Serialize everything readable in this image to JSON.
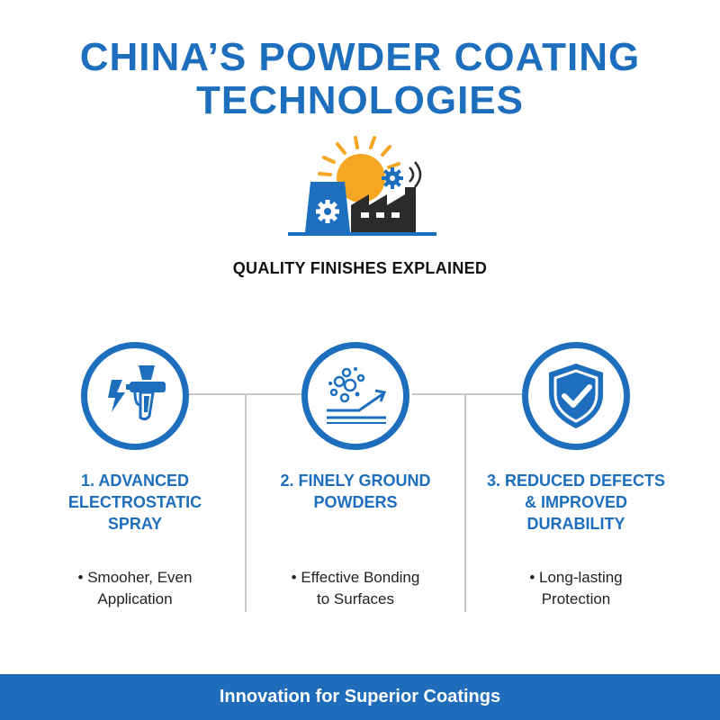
{
  "title": {
    "line1": "CHINA’S POWDER COATING",
    "line2": "TECHNOLOGIES"
  },
  "subtitle": "QUALITY FINISHES EXPLAINED",
  "columns": [
    {
      "heading_lines": [
        "1. ADVANCED",
        "ELECTROSTATIC",
        "SPRAY"
      ],
      "bullet_lines": [
        "• Smooher, Even",
        "Application"
      ],
      "icon": "spray-gun-icon"
    },
    {
      "heading_lines": [
        "2. FINELY GROUND",
        "POWDERS"
      ],
      "bullet_lines": [
        "• Effective Bonding",
        "to Surfaces"
      ],
      "icon": "powder-particles-icon"
    },
    {
      "heading_lines": [
        "3. REDUCED DEFECTS",
        "& IMPROVED",
        "DURABILITY"
      ],
      "bullet_lines": [
        "• Long-lasting",
        "Protection"
      ],
      "icon": "shield-check-icon"
    }
  ],
  "footer": "Innovation for Superior Coatings",
  "colors": {
    "primary": "#1d6fbd",
    "accent": "#f5a623",
    "dark": "#2b2b2b",
    "line": "#c8c8c8"
  }
}
